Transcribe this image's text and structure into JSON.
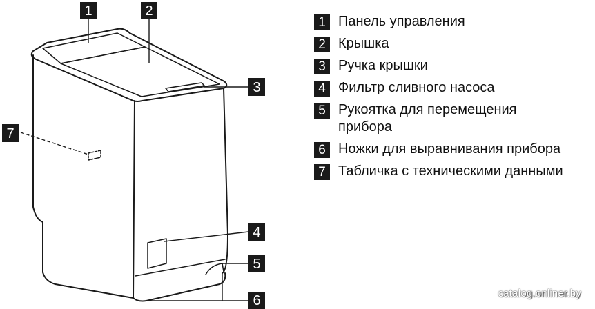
{
  "callouts": [
    {
      "number": "1"
    },
    {
      "number": "2"
    },
    {
      "number": "3"
    },
    {
      "number": "4"
    },
    {
      "number": "5"
    },
    {
      "number": "6"
    },
    {
      "number": "7"
    }
  ],
  "legend": [
    {
      "number": "1",
      "label": "Панель управления"
    },
    {
      "number": "2",
      "label": "Крышка"
    },
    {
      "number": "3",
      "label": "Ручка крышки"
    },
    {
      "number": "4",
      "label": "Фильтр сливного насоса"
    },
    {
      "number": "5",
      "label": "Рукоятка для перемещения прибора"
    },
    {
      "number": "6",
      "label": "Ножки для выравнивания прибора"
    },
    {
      "number": "7",
      "label": "Табличка с техническими данными"
    }
  ],
  "watermark": "catalog.onliner.by"
}
